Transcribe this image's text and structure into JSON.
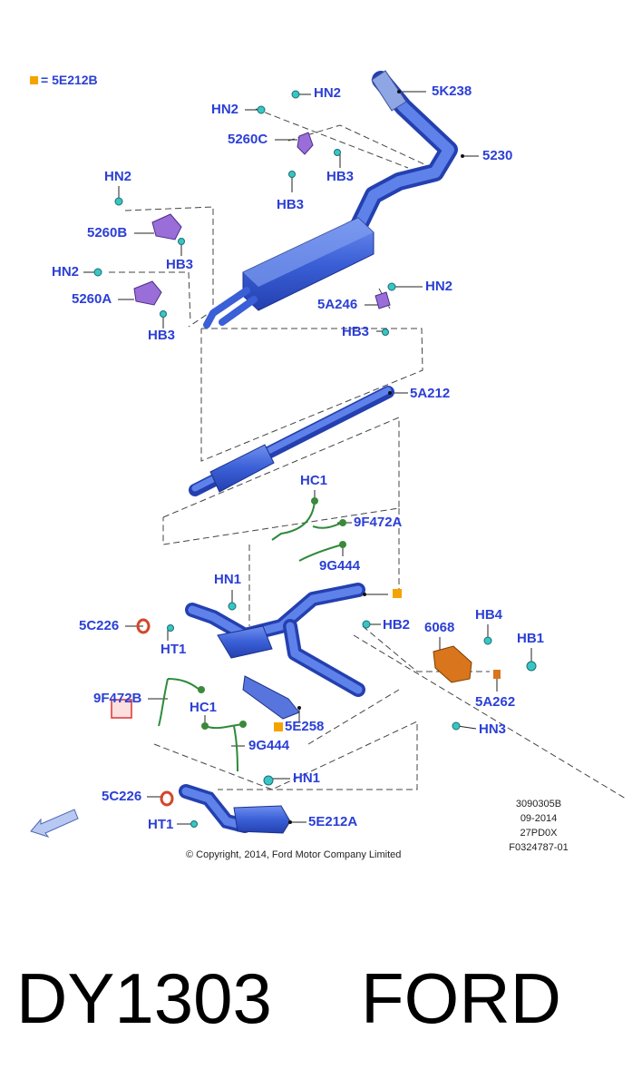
{
  "legend": {
    "text": "= 5E212B"
  },
  "labels": {
    "5K238": "5K238",
    "5230": "5230",
    "HN2_a": "HN2",
    "HN2_b": "HN2",
    "5260C": "5260C",
    "HB3_a": "HB3",
    "HB3_b": "HB3",
    "HN2_c": "HN2",
    "5260B": "5260B",
    "HB3_c": "HB3",
    "HN2_d": "HN2",
    "5260A": "5260A",
    "HB3_d": "HB3",
    "HN2_e": "HN2",
    "5A246": "5A246",
    "HB3_e": "HB3",
    "5A212": "5A212",
    "HC1_a": "HC1",
    "9F472A": "9F472A",
    "9G444_a": "9G444",
    "HN1_a": "HN1",
    "5C226_a": "5C226",
    "HT1_a": "HT1",
    "HB2": "HB2",
    "6068": "6068",
    "HB4": "HB4",
    "HB1": "HB1",
    "5A262": "5A262",
    "HN3": "HN3",
    "9F472B": "9F472B",
    "HC1_b": "HC1",
    "5E258": "5E258",
    "9G444_b": "9G444",
    "HN1_b": "HN1",
    "5C226_b": "5C226",
    "HT1_b": "HT1",
    "5E212A": "5E212A"
  },
  "info": {
    "line1": "3090305B",
    "line2": "09-2014",
    "line3": "27PD0X",
    "line4": "F0324787-01"
  },
  "copyright": "© Copyright, 2014, Ford Motor Company Limited",
  "bottom": {
    "part_number": "DY1303",
    "brand": "FORD"
  },
  "colors": {
    "label": "#2b3fd6",
    "pipe": "#3f62d6",
    "bracket": "#9a6ed8",
    "clip": "#39c5c5",
    "sensor": "#3a8a3a",
    "shield": "#d9751c",
    "marker": "#f5a300"
  }
}
